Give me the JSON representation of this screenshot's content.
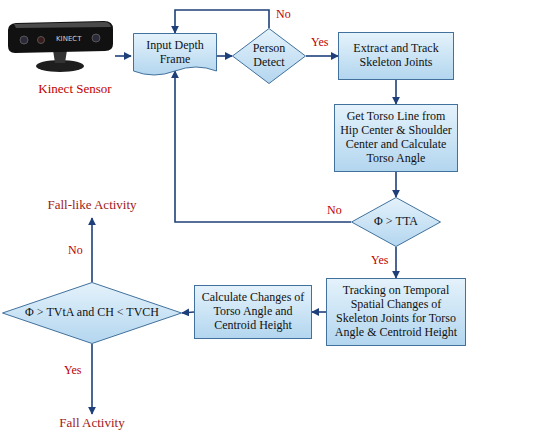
{
  "diagram": {
    "nodes": [
      {
        "text": [
          "Input Depth Frame"
        ]
      },
      {
        "text": [
          "Person Detect"
        ]
      },
      {
        "text": [
          "Extract and Track Skeleton Joints"
        ]
      },
      {
        "text": [
          "Get Torso Line from Hip Center & Shoulder Center and Calculate Torso Angle"
        ]
      },
      {
        "text": [
          "Φ > TTA"
        ]
      },
      {
        "text": [
          "Tracking on Temporal Spatial Changes of Skeleton Joints for Torso Angle & Centroid Height"
        ]
      },
      {
        "text": [
          "Calculate Changes of Torso Angle and Centroid Height"
        ]
      },
      {
        "text": [
          "Φ > TVtA and CH < TVCH"
        ]
      }
    ],
    "edges": [
      {
        "from": 0,
        "to": 1,
        "arrow": "to"
      },
      {
        "from": 1,
        "to": 2,
        "label": "Yes",
        "arrow": "to"
      },
      {
        "from": 1,
        "to": 0,
        "label": "No",
        "arrow": "to"
      },
      {
        "from": 2,
        "to": 3,
        "arrow": "to"
      },
      {
        "from": 3,
        "to": 4,
        "arrow": "to"
      },
      {
        "from": 4,
        "to": 0,
        "label": "No",
        "arrow": "to"
      },
      {
        "from": 4,
        "to": 5,
        "label": "Yes",
        "arrow": "to"
      },
      {
        "from": 5,
        "to": 6,
        "arrow": "to"
      },
      {
        "from": 6,
        "to": 7,
        "arrow": "to"
      }
    ],
    "labels": [
      "KINECT",
      "Kinect Sensor",
      "No",
      "Fall-like Activity",
      "Yes",
      "Fall Activity"
    ]
  }
}
